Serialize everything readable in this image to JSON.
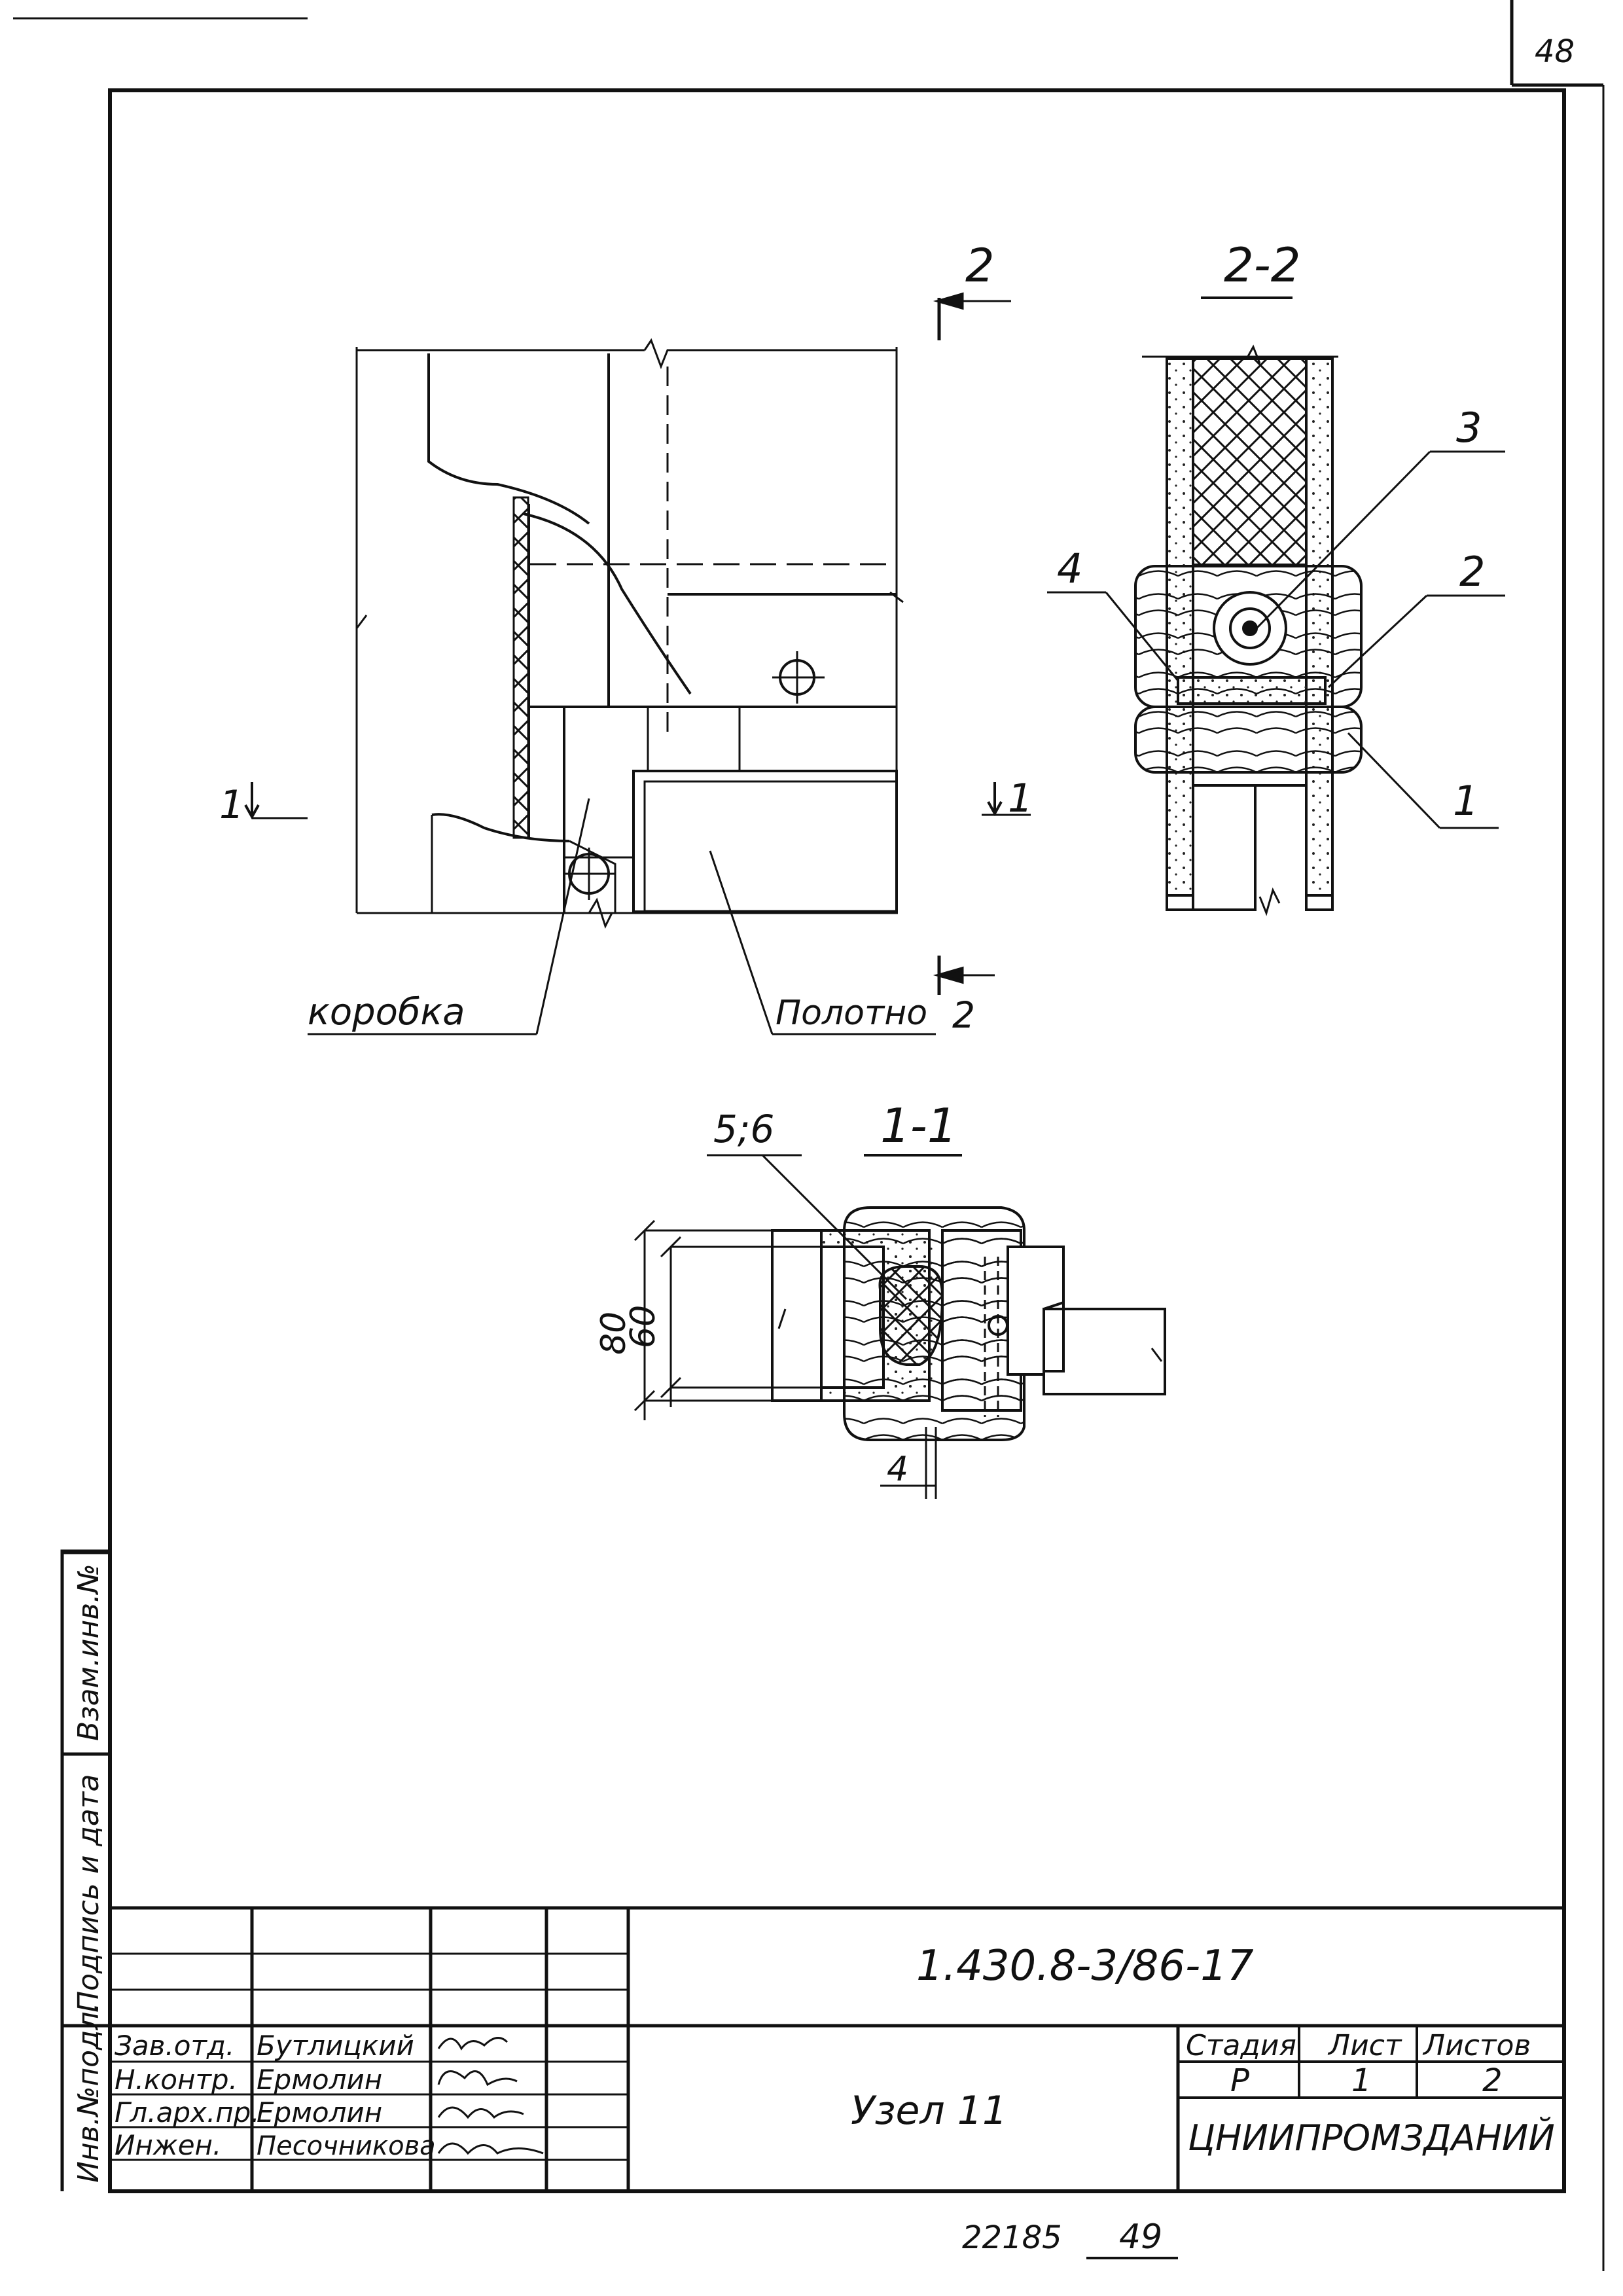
{
  "sheet": {
    "page_number": "48",
    "bottom_number_left": "22185",
    "bottom_number_right": "49"
  },
  "plan_view": {
    "cut_label_top": "2",
    "cut_label_bottom": "2",
    "cut_label_left": "1",
    "cut_label_right": "1",
    "label_frame": "коробка",
    "label_leaf": "Полотно"
  },
  "section_2_2": {
    "title": "2-2",
    "callout_1": "1",
    "callout_2": "2",
    "callout_3": "3",
    "callout_4": "4"
  },
  "section_1_1": {
    "title": "1-1",
    "callout_5_6": "5;6",
    "dim_80": "80",
    "dim_60": "60",
    "dim_4": "4"
  },
  "side_stamps": {
    "inv_no": "Взам.инв.№",
    "sign_date": "Подпись и дата",
    "inv_orig": "Инв.№подл."
  },
  "title_block": {
    "doc_code": "1.430.8-3/86-17",
    "title": "Узел 11",
    "stage_label": "Стадия",
    "sheet_label": "Лист",
    "sheets_label": "Листов",
    "stage_value": "Р",
    "sheet_value": "1",
    "sheets_value": "2",
    "org": "ЦНИИПРОМЗДАНИЙ",
    "staff": [
      {
        "role": "Зав.отд.",
        "name": "Бутлицкий"
      },
      {
        "role": "Н.контр.",
        "name": "Ермолин"
      },
      {
        "role": "Гл.арх.пр.",
        "name": "Ермолин"
      },
      {
        "role": "Инжен.",
        "name": "Песочникова"
      }
    ]
  }
}
